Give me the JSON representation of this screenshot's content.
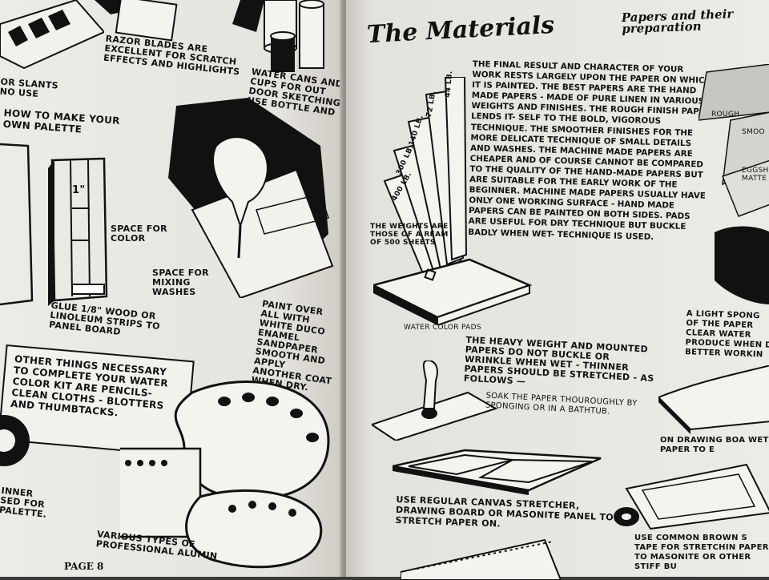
{
  "left_page": {
    "razor_caption": "RAZOR BLADES ARE EXCELLENT FOR SCRATCH EFFECTS AND HIGHLIGHTS",
    "slants_caption": "OR SLANTS\nNO USE",
    "water_cans_caption": "WATER CANS AND CUPS FOR OUT DOOR SKETCHING USE BOTTLE AND CUP",
    "palette_heading": "HOW TO MAKE YOUR OWN PALETTE",
    "dimension_label": "1\"",
    "space_color": "SPACE FOR COLOR",
    "space_mixing": "SPACE FOR MIXING WASHES",
    "glue_caption": "GLUE 1/8\" WOOD OR LINOLEUM STRIPS TO PANEL BOARD",
    "paint_caption": "PAINT OVER ALL WITH WHITE DUCO ENAMEL SANDPAPER SMOOTH AND APPLY ANOTHER COAT WHEN DRY.",
    "other_things": "OTHER THINGS NECESSARY TO COMPLETE YOUR WATER COLOR KIT ARE PENCILS- CLEAN CLOTHS - BLOTTERS AND THUMBTACKS.",
    "thinner_caption": "INNER\nSED FOR\nPALETTE.",
    "various_caption": "VARIOUS TYPES OF PROFESSIONAL ALUMIN",
    "page_number": "PAGE 8"
  },
  "right_page": {
    "title": "The Materials",
    "subtitle": "Papers and their preparation",
    "body": "THE FINAL RESULT AND CHARACTER OF YOUR WORK RESTS LARGELY UPON THE PAPER ON WHICH IT IS PAINTED. THE BEST PAPERS ARE THE HAND MADE PAPERS - MADE OF PURE LINEN IN VARIOUS WEIGHTS AND FINISHES. THE ROUGH FINISH PAPER LENDS IT- SELF TO THE BOLD, VIGOROUS TECHNIQUE. THE SMOOTHER FINISHES FOR THE MORE DELICATE TECHNIQUE OF SMALL DETAILS AND WASHES. THE MACHINE MADE PAPERS ARE CHEAPER AND OF COURSE CANNOT BE COMPARED TO THE QUALITY OF THE HAND-MADE PAPERS BUT ARE SUITABLE FOR THE EARLY WORK OF THE BEGINNER. MACHINE MADE PAPERS USUALLY HAVE ONLY ONE WORKING SURFACE - HAND MADE PAPERS CAN BE PAINTED ON BOTH SIDES. PADS ARE USEFUL FOR DRY TECHNIQUE BUT BUCKLE BADLY WHEN WET- TECHNIQUE IS USED.",
    "weights": [
      "400 LB.",
      "300 LB.",
      "140 LB.",
      "72 LB.",
      "44 LB."
    ],
    "weights_caption": "THE WEIGHTS ARE THOSE OF A REAM OF 500 SHEETS",
    "pads_caption": "WATER COLOR PADS",
    "heavy_caption": "THE HEAVY WEIGHT AND MOUNTED PAPERS DO NOT BUCKLE OR WRINKLE WHEN WET - THINNER PAPERS SHOULD BE STRETCHED - AS FOLLOWS —",
    "soak_caption": "SOAK THE PAPER THOUROUGHLY BY SPONGING OR IN A BATHTUB.",
    "canvas_caption": "USE REGULAR CANVAS STRETCHER, DRAWING BOARD OR MASONITE PANEL TO STRETCH PAPER ON.",
    "rough_label": "ROUGH",
    "smooth_label": "SMOO",
    "eggshell_label": "EGGSH\nMATTE",
    "sponge_caption": "A LIGHT SPONG OF THE PAPER CLEAR WATER PRODUCE WHEN D BETTER WORKIN",
    "drawing_board_caption": "ON DRAWING BOA WET PAPER TO E",
    "brown_tape_caption": "USE COMMON BROWN S TAPE FOR STRETCHIN PAPER TO MASONITE OR OTHER STIFF BU"
  }
}
